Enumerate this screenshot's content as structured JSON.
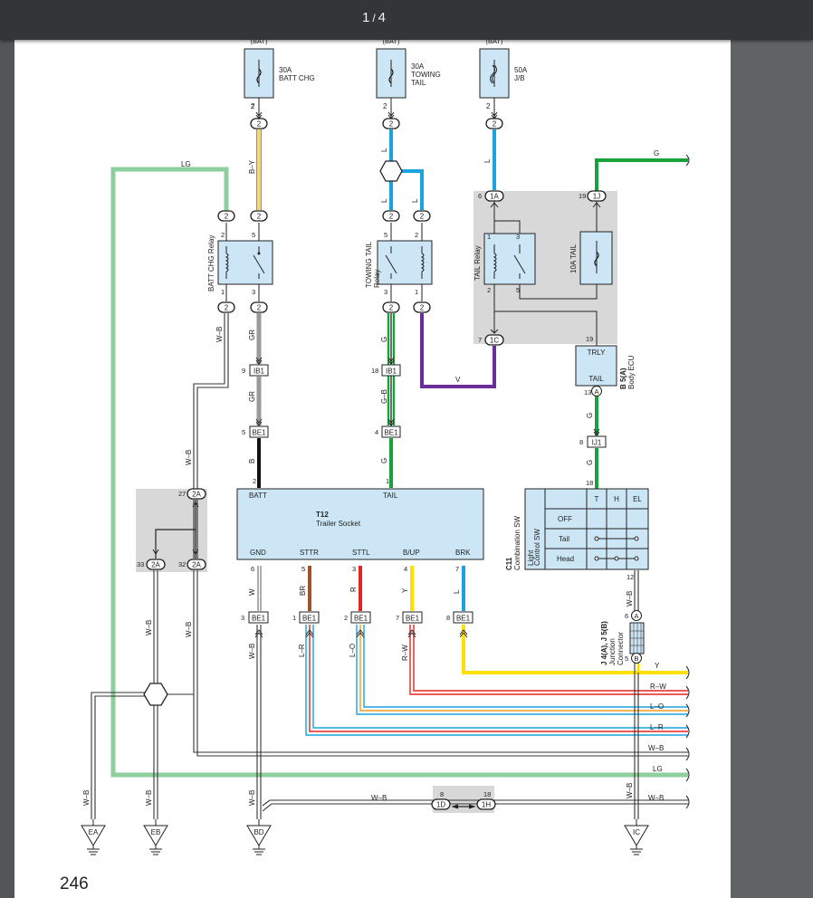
{
  "viewer": {
    "current_page": "1",
    "total_pages": "4",
    "separator": "/"
  },
  "page": {
    "page_number": "246"
  },
  "diagram": {
    "fuses": [
      {
        "source": "(BAT)",
        "amp": "30A",
        "name_line1": "BATT CHG",
        "name_line2": "",
        "pin": "2"
      },
      {
        "source": "(BAT)",
        "amp": "30A",
        "name_line1": "TOWING",
        "name_line2": "TAIL",
        "pin": "2"
      },
      {
        "source": "(BAT)",
        "amp": "50A",
        "name_line1": "J/B",
        "name_line2": "",
        "pin": "2"
      }
    ],
    "relays": {
      "batt_chg": "BATT CHG Relay",
      "towing_tail_line1": "TOWING TAIL",
      "towing_tail_line2": "Relay",
      "tail": "TAIL Relay",
      "tail_fuse": "10A TAIL"
    },
    "trailer_socket": {
      "code": "T12",
      "name": "Trailer Socket",
      "batt": "BATT",
      "tail": "TAIL",
      "gnd": "GND",
      "sttr": "STTR",
      "sttl": "STTL",
      "bup": "B/UP",
      "brk": "BRK"
    },
    "body_ecu": {
      "trly": "TRLY",
      "tail": "TAIL",
      "code": "B 5(A)",
      "name": "Body ECU",
      "conn": "A",
      "pin": "13"
    },
    "combination_sw": {
      "code": "C11",
      "name_line1": "Combination SW",
      "name_line2": "Light",
      "name_line3": "Control SW",
      "col_t": "T",
      "col_h": "H",
      "col_el": "EL",
      "row_off": "OFF",
      "row_tail": "Tail",
      "row_head": "Head"
    },
    "junction_connector": {
      "code": "J 4(A), J 5(B)",
      "name_line1": "Junction",
      "name_line2": "Connector",
      "a": "A",
      "b": "B",
      "pin_a": "6",
      "pin_b": "5"
    },
    "connectors": {
      "ib1": "IB1",
      "be1": "BE1",
      "ij1": "IJ1",
      "c2": "2",
      "c1a": "1A",
      "c1j": "1J",
      "c1c": "1C",
      "c2a": "2A",
      "c1d": "1D",
      "c1h": "1H"
    },
    "pins": {
      "p1": "1",
      "p2": "2",
      "p3": "3",
      "p4": "4",
      "p5": "5",
      "p6": "6",
      "p7": "7",
      "p8": "8",
      "p9": "9",
      "p12": "12",
      "p13": "13",
      "p18": "18",
      "p19": "19",
      "p27": "27",
      "p32": "32",
      "p33": "33"
    },
    "wires": {
      "lg": "LG",
      "by": "B–Y",
      "l": "L",
      "g": "G",
      "wb": "W–B",
      "gr": "GR",
      "b": "B",
      "gb": "G–B",
      "v": "V",
      "w": "W",
      "br": "BR",
      "r": "R",
      "y": "Y",
      "lr": "L–R",
      "lo": "L–O",
      "rw": "R–W"
    },
    "grounds": {
      "ea": "EA",
      "eb": "EB",
      "bd": "BD",
      "ic": "IC"
    },
    "colors": {
      "lg": "#8ecf9e",
      "yellow_by": "#f4d67a",
      "blue": "#1aa3e0",
      "green": "#17a33a",
      "gray": "#9a9a9a",
      "violet": "#6a2e9b",
      "brown": "#a0522d",
      "red": "#e52420",
      "yellow": "#ffe000",
      "orange": "#f39a1e",
      "black": "#111111",
      "shade": "#d8d8d8"
    }
  }
}
